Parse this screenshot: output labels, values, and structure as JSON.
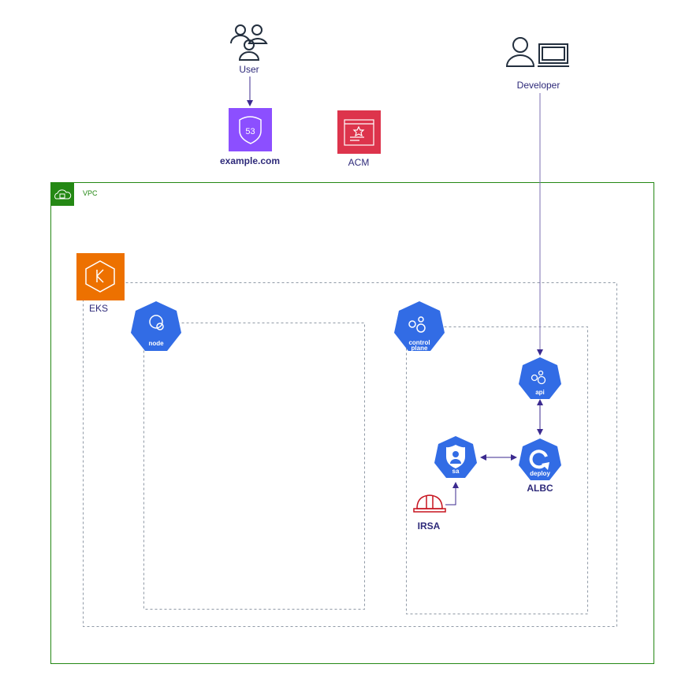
{
  "nodes": {
    "user": "User",
    "route53": "example.com",
    "acm": "ACM",
    "developer": "Developer",
    "vpc": "VPC",
    "eks": "EKS",
    "node": "node",
    "control_plane_1": "control",
    "control_plane_2": "plane",
    "api": "api",
    "deploy": "deploy",
    "albc": "ALBC",
    "sa": "sa",
    "irsa": "IRSA",
    "route53_badge": "53"
  },
  "colors": {
    "vpc": "#248814",
    "label": "#2e2a7a",
    "k8s": "#326ce5",
    "route53": "#8c4fff",
    "acm": "#dd344c",
    "eks": "#ed7100",
    "irsa": "#c7131f"
  }
}
